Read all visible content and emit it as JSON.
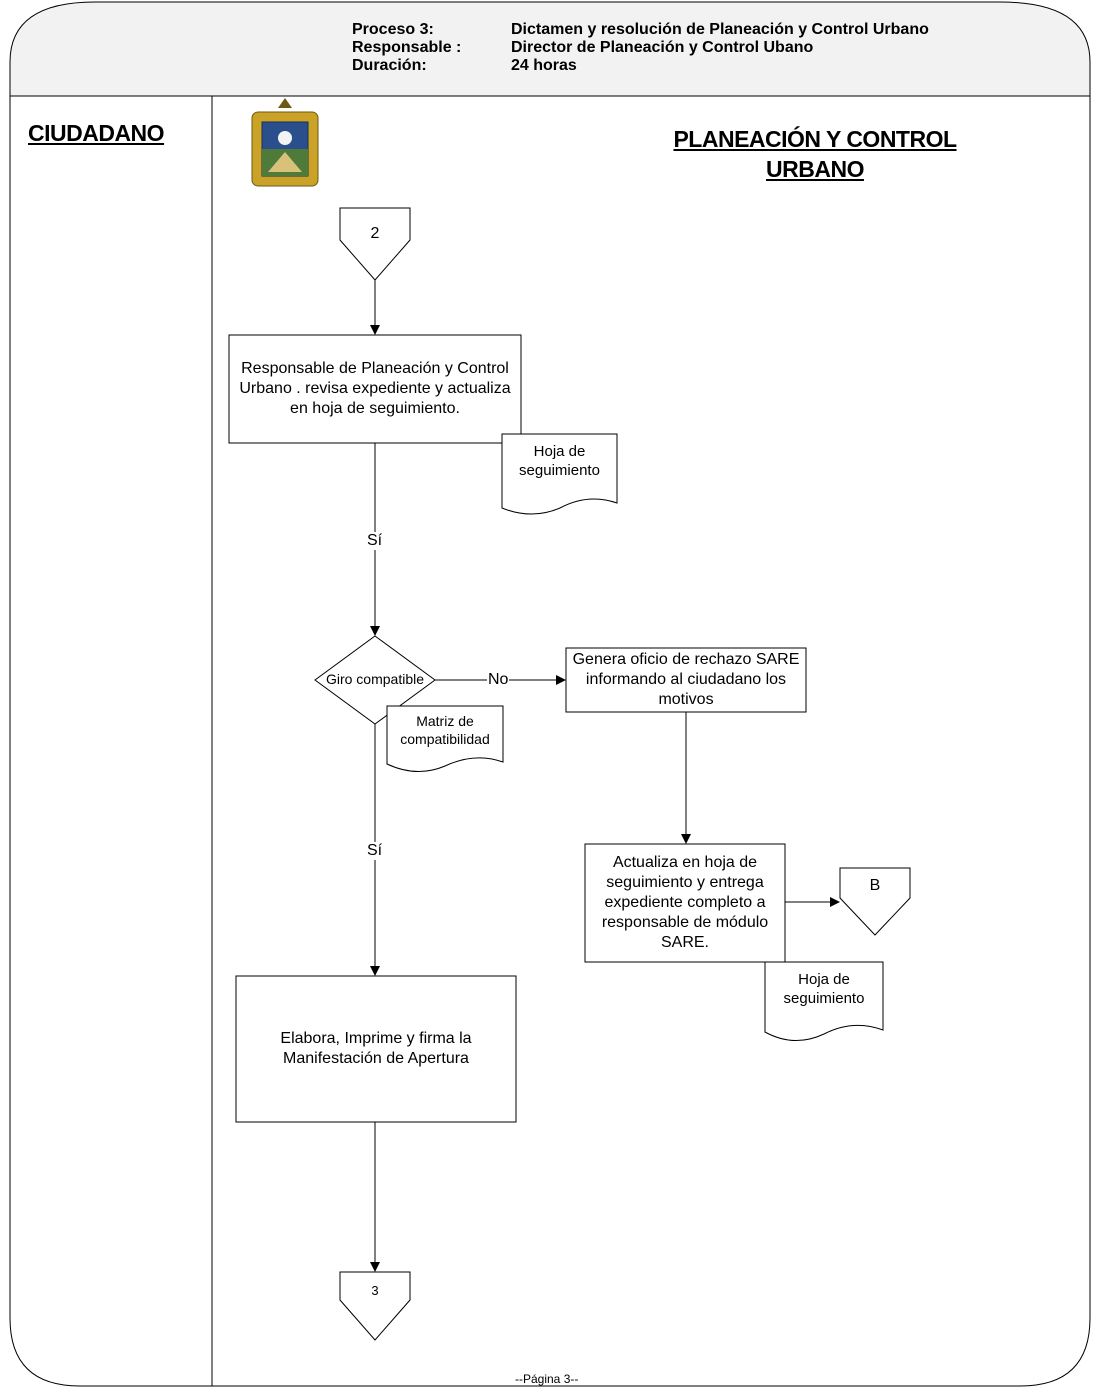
{
  "header": {
    "proceso_label": "Proceso 3:",
    "proceso_value": "Dictamen y resolución de Planeación y Control Urbano",
    "responsable_label": "Responsable :",
    "responsable_value": "Director de Planeación y Control Ubano",
    "duracion_label": "Duración:",
    "duracion_value": "24 horas"
  },
  "lanes": {
    "left": "CIUDADANO",
    "right_line1": "PLANEACIÓN  Y CONTROL",
    "right_line2": "URBANO"
  },
  "nodes": {
    "connector_in": "2",
    "step_review": "Responsable de Planeación y Control Urbano . revisa expediente y actualiza en hoja de seguimiento.",
    "doc_hoja_1": "Hoja de seguimiento",
    "decision": "Giro compatible",
    "doc_matriz": "Matriz de compatibilidad",
    "step_reject": "Genera oficio de rechazo SARE informando al ciudadano los motivos",
    "step_update": "Actualiza en hoja de seguimiento y entrega expediente completo a responsable de módulo SARE.",
    "connector_b": "B",
    "doc_hoja_2": "Hoja de seguimiento",
    "step_elabora": "Elabora, Imprime  y firma la Manifestación de Apertura",
    "connector_out": "3"
  },
  "edge_labels": {
    "si_1": "Sí",
    "no": "No",
    "si_2": "Sí"
  },
  "footer": "--Página 3--",
  "colors": {
    "line": "#000000",
    "header_fill": "#f2f2f2",
    "logo_blue": "#2b4f8c",
    "logo_gold": "#c9a227",
    "logo_green": "#4f7a3a"
  }
}
